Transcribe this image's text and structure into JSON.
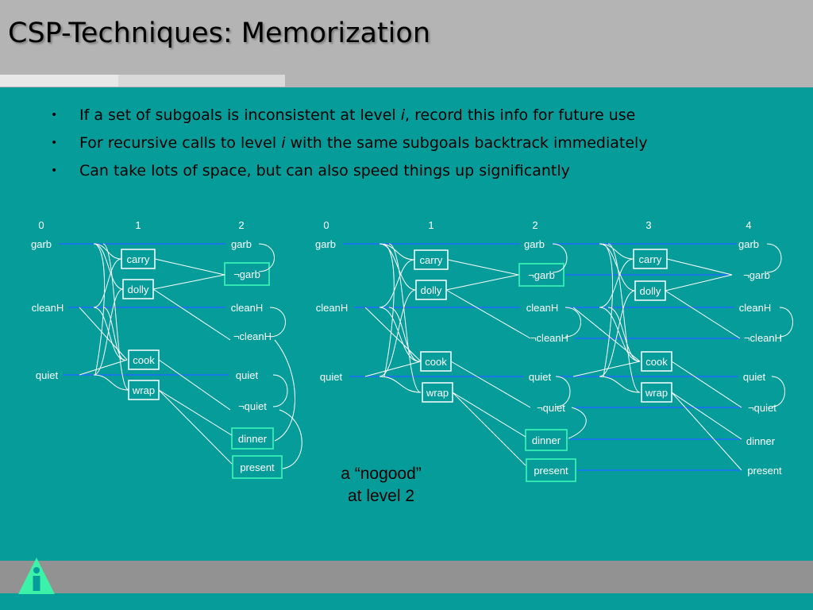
{
  "slide": {
    "title": "CSP-Techniques: Memorization",
    "bullets": [
      {
        "before": "If a set of subgoals is inconsistent at level ",
        "em": "i",
        "after": ", record this info for future use"
      },
      {
        "before": "For recursive calls to level ",
        "em": "i",
        "after": " with the same subgoals backtrack immediately"
      },
      {
        "before": "Can take lots of space, but can also speed things up significantly",
        "em": "",
        "after": ""
      }
    ],
    "caption_line1": "a “nogood”",
    "caption_line2": "at level 2"
  },
  "diagram": {
    "left": {
      "levels": [
        "0",
        "1",
        "2"
      ],
      "level0_props": [
        "garb",
        "cleanH",
        "quiet"
      ],
      "actions": [
        "carry",
        "dolly",
        "cook",
        "wrap"
      ],
      "level2_props": [
        "garb",
        "¬garb",
        "cleanH",
        "¬cleanH",
        "quiet",
        "¬quiet",
        "dinner",
        "present"
      ]
    },
    "right": {
      "levels": [
        "0",
        "1",
        "2",
        "3",
        "4"
      ],
      "level0_props": [
        "garb",
        "cleanH",
        "quiet"
      ],
      "actions1": [
        "carry",
        "dolly",
        "cook",
        "wrap"
      ],
      "level2_props": [
        "garb",
        "¬garb",
        "cleanH",
        "¬cleanH",
        "quiet",
        "¬quiet",
        "dinner",
        "present"
      ],
      "actions3": [
        "carry",
        "dolly",
        "cook",
        "wrap"
      ],
      "level4_props": [
        "garb",
        "¬garb",
        "cleanH",
        "¬cleanH",
        "quiet",
        "¬quiet",
        "dinner",
        "present"
      ]
    }
  },
  "colors": {
    "background": "#069c9a",
    "header": "#b4b4b4",
    "maintenance_link": "#1e6cff",
    "highlight_box": "#32e6b4",
    "logo": "#3cf2a8"
  }
}
